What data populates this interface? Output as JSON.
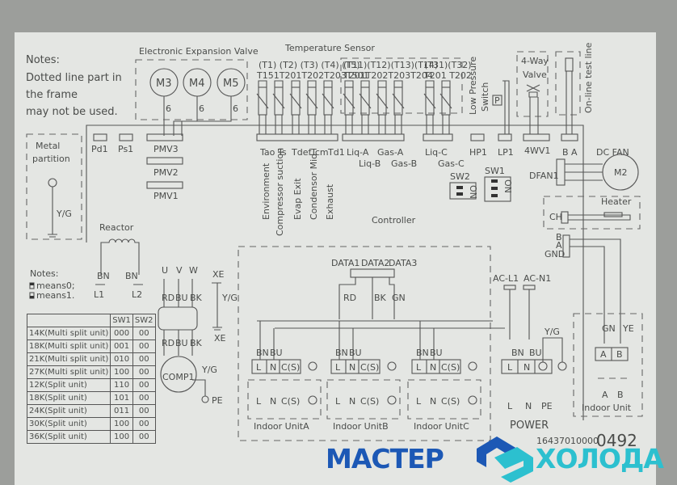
{
  "notes": {
    "title": "Notes:",
    "lines": [
      "Dotted line part in",
      "the frame",
      "may not be used."
    ]
  },
  "eev": {
    "title": "Electronic Expansion Valve",
    "motors": [
      "M3",
      "M4",
      "M5"
    ],
    "pin": "6"
  },
  "temp_sensor": {
    "title": "Temperature Sensor",
    "group1_codes": "(T1) (T2) (T3) (T4) (T5)",
    "group1_parts": "T151T201T202T203T501",
    "group2_codes": "(T11)(T12)(T13)(T14)",
    "group2_parts": "T201T202T203T204",
    "group3_codes": "(T31)(T32)",
    "group3_parts": "T201 T202"
  },
  "connectors": {
    "pd1": "Pd1",
    "ps1": "Ps1",
    "pmv3": "PMV3",
    "pmv2": "PMV2",
    "pmv1": "PMV1",
    "tao": "Tao",
    "ts": "Ts",
    "tdef": "Tdef",
    "tcm": "Tcm",
    "td1": "Td1",
    "liq_a": "Liq-A",
    "gas_a": "Gas-A",
    "liq_b": "Liq-B",
    "gas_b": "Gas-B",
    "liq_c": "Liq-C",
    "gas_c": "Gas-C",
    "hp1": "HP1",
    "lp1": "LP1",
    "wv1": "4WV1",
    "ba": "B A",
    "dfan1": "DFAN1",
    "ch": "CH",
    "b": "B",
    "a": "A",
    "gnd": "GND"
  },
  "sensor_names": [
    "Environment",
    "Compressor suction",
    "Evap Exit",
    "Condensor Mid",
    "Exhaust"
  ],
  "controller": "Controller",
  "sw2": "SW2",
  "sw1": "SW1",
  "on": "ON",
  "low_pressure": "Low Pressure",
  "switch": "Switch",
  "p_symbol": "P",
  "four_way": [
    "4-Way",
    "Valve"
  ],
  "online_test": "On-line test line",
  "dc_fan": "DC FAN",
  "fan_motor": "M2",
  "heater": "Heater",
  "metal_partition": [
    "Metal",
    "partition"
  ],
  "yg": "Y/G",
  "reactor": "Reactor",
  "bn": "BN",
  "l1": "L1",
  "l2": "L2",
  "notes2": {
    "title": "Notes:",
    "m0": "means0;",
    "m1": "means1."
  },
  "table": {
    "headers": [
      "",
      "SW1",
      "SW2"
    ],
    "rows": [
      [
        "14K(Multi split unit)",
        "000",
        "00"
      ],
      [
        "18K(Multi split unit)",
        "001",
        "00"
      ],
      [
        "21K(Multi split unit)",
        "010",
        "00"
      ],
      [
        "27K(Multi split unit)",
        "100",
        "00"
      ],
      [
        "12K(Split unit)",
        "110",
        "00"
      ],
      [
        "18K(Split unit)",
        "101",
        "00"
      ],
      [
        "24K(Split unit)",
        "011",
        "00"
      ],
      [
        "30K(Split unit)",
        "100",
        "00"
      ],
      [
        "36K(Split unit)",
        "100",
        "00"
      ]
    ]
  },
  "comp": {
    "u": "U",
    "v": "V",
    "w": "W",
    "rd": "RD",
    "bu": "BU",
    "bk": "BK",
    "xe": "XE",
    "name": "COMP1",
    "pe": "PE"
  },
  "data": {
    "d1": "DATA1",
    "d2": "DATA2",
    "d3": "DATA3",
    "rd": "RD",
    "bk": "BK",
    "gn": "GN"
  },
  "indoor_units": [
    {
      "name": "Indoor UnitA"
    },
    {
      "name": "Indoor UnitB"
    },
    {
      "name": "Indoor UnitC"
    }
  ],
  "terminal": {
    "bn": "BN",
    "bu": "BU",
    "l": "L",
    "n": "N",
    "s": "C(S)"
  },
  "power": {
    "acl1": "AC-L1",
    "acn1": "AC-N1",
    "title": "POWER",
    "l": "L",
    "n": "N",
    "pe": "PE",
    "yg": "Y/G"
  },
  "indoor_unit": {
    "gn": "GN",
    "ye": "YE",
    "a": "A",
    "b": "B",
    "title": "Indoor Unit"
  },
  "serial": "16437010000",
  "serial_big": "0492",
  "watermark": {
    "left": "МАСТЕР",
    "right": "ХОЛОДА",
    "blue": "#1c58b5",
    "cyan": "#2cc0cf"
  }
}
